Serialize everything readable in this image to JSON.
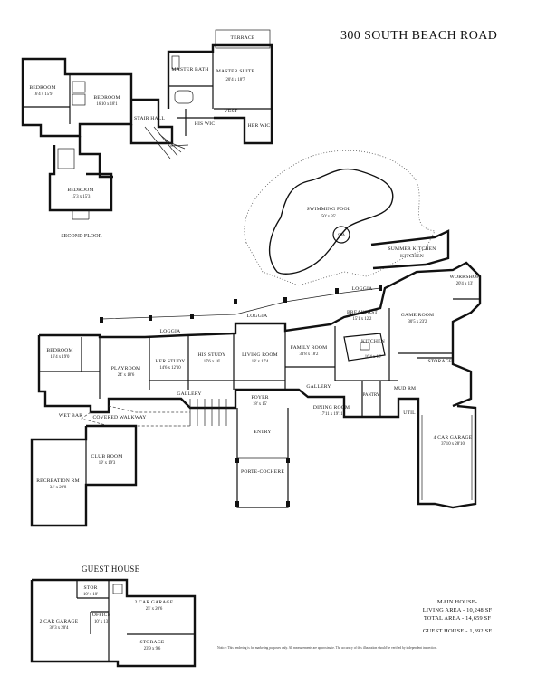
{
  "title": "300 SOUTH BEACH ROAD",
  "second_floor": {
    "label": "SECOND FLOOR",
    "rooms": [
      {
        "name": "TERRACE",
        "dim": ""
      },
      {
        "name": "MASTER BATH",
        "dim": ""
      },
      {
        "name": "MASTER SUITE",
        "dim": "20'4 x 18'7"
      },
      {
        "name": "BEDROOM",
        "dim": "16'4 x 15'9"
      },
      {
        "name": "BEDROOM",
        "dim": "16'10 x 18'1"
      },
      {
        "name": "STAIR HALL",
        "dim": ""
      },
      {
        "name": "HIS WIC",
        "dim": ""
      },
      {
        "name": "HER WIC",
        "dim": ""
      },
      {
        "name": "VEST",
        "dim": ""
      },
      {
        "name": "BEDROOM",
        "dim": "15'3 x 15'3"
      }
    ]
  },
  "main_house": {
    "rooms": [
      {
        "name": "SWIMMING POOL",
        "dim": "50' x 35'"
      },
      {
        "name": "SPA",
        "dim": ""
      },
      {
        "name": "SUMMER KITCHEN",
        "dim": ""
      },
      {
        "name": "LOGGIA",
        "dim": ""
      },
      {
        "name": "LOGGIA",
        "dim": ""
      },
      {
        "name": "LOGGIA",
        "dim": ""
      },
      {
        "name": "BREAKFAST",
        "dim": "15'1 x 12'2"
      },
      {
        "name": "GAME ROOM",
        "dim": "30'5 x 23'2"
      },
      {
        "name": "WORKSHOP",
        "dim": "20'4 x 13'"
      },
      {
        "name": "KITCHEN",
        "dim": "16'4 x 16'"
      },
      {
        "name": "FAMILY ROOM",
        "dim": "33'8 x 18'2"
      },
      {
        "name": "LIVING ROOM",
        "dim": "18' x 17'4"
      },
      {
        "name": "HIS STUDY",
        "dim": "17'6 x 16'"
      },
      {
        "name": "HER STUDY",
        "dim": "14'6 x 12'10"
      },
      {
        "name": "PLAYROOM",
        "dim": "24' x 18'6"
      },
      {
        "name": "BEDROOM",
        "dim": "16'4 x 19'0"
      },
      {
        "name": "STORAGE",
        "dim": ""
      },
      {
        "name": "GALLERY",
        "dim": ""
      },
      {
        "name": "GALLERY",
        "dim": ""
      },
      {
        "name": "FOYER",
        "dim": "18' x 15'"
      },
      {
        "name": "DINING ROOM",
        "dim": "17'11 x 19'11"
      },
      {
        "name": "PANTRY",
        "dim": ""
      },
      {
        "name": "MUD RM",
        "dim": ""
      },
      {
        "name": "UTIL",
        "dim": ""
      },
      {
        "name": "4 CAR GARAGE",
        "dim": "37'10 x 28'10"
      },
      {
        "name": "COVERED WALKWAY",
        "dim": ""
      },
      {
        "name": "WET BAR",
        "dim": ""
      },
      {
        "name": "CLUB ROOM",
        "dim": "19' x 19'3"
      },
      {
        "name": "RECREATION RM",
        "dim": "34' x 20'8"
      },
      {
        "name": "ENTRY",
        "dim": ""
      },
      {
        "name": "PORTE-COCHERE",
        "dim": ""
      }
    ]
  },
  "guest_house": {
    "label": "GUEST HOUSE",
    "rooms": [
      {
        "name": "STOR",
        "dim": "10' x 10'"
      },
      {
        "name": "2 CAR GARAGE",
        "dim": "25' x 20'6"
      },
      {
        "name": "2 CAR GARAGE",
        "dim": "30'3 x 20'4"
      },
      {
        "name": "OFFICE",
        "dim": "10' x 13'"
      },
      {
        "name": "STORAGE",
        "dim": "23'9 x 9'6"
      }
    ]
  },
  "areas": {
    "main_house_label": "MAIN HOUSE-",
    "living_area": "LIVING AREA - 10,248 SF",
    "total_area": "TOTAL AREA - 14,659 SF",
    "guest_house": "GUEST HOUSE - 1,392 SF"
  },
  "notice": "Notice: This rendering is for marketing purposes only. All measurements are approximate. The accuracy of this illustration should be verified by independent inspection."
}
